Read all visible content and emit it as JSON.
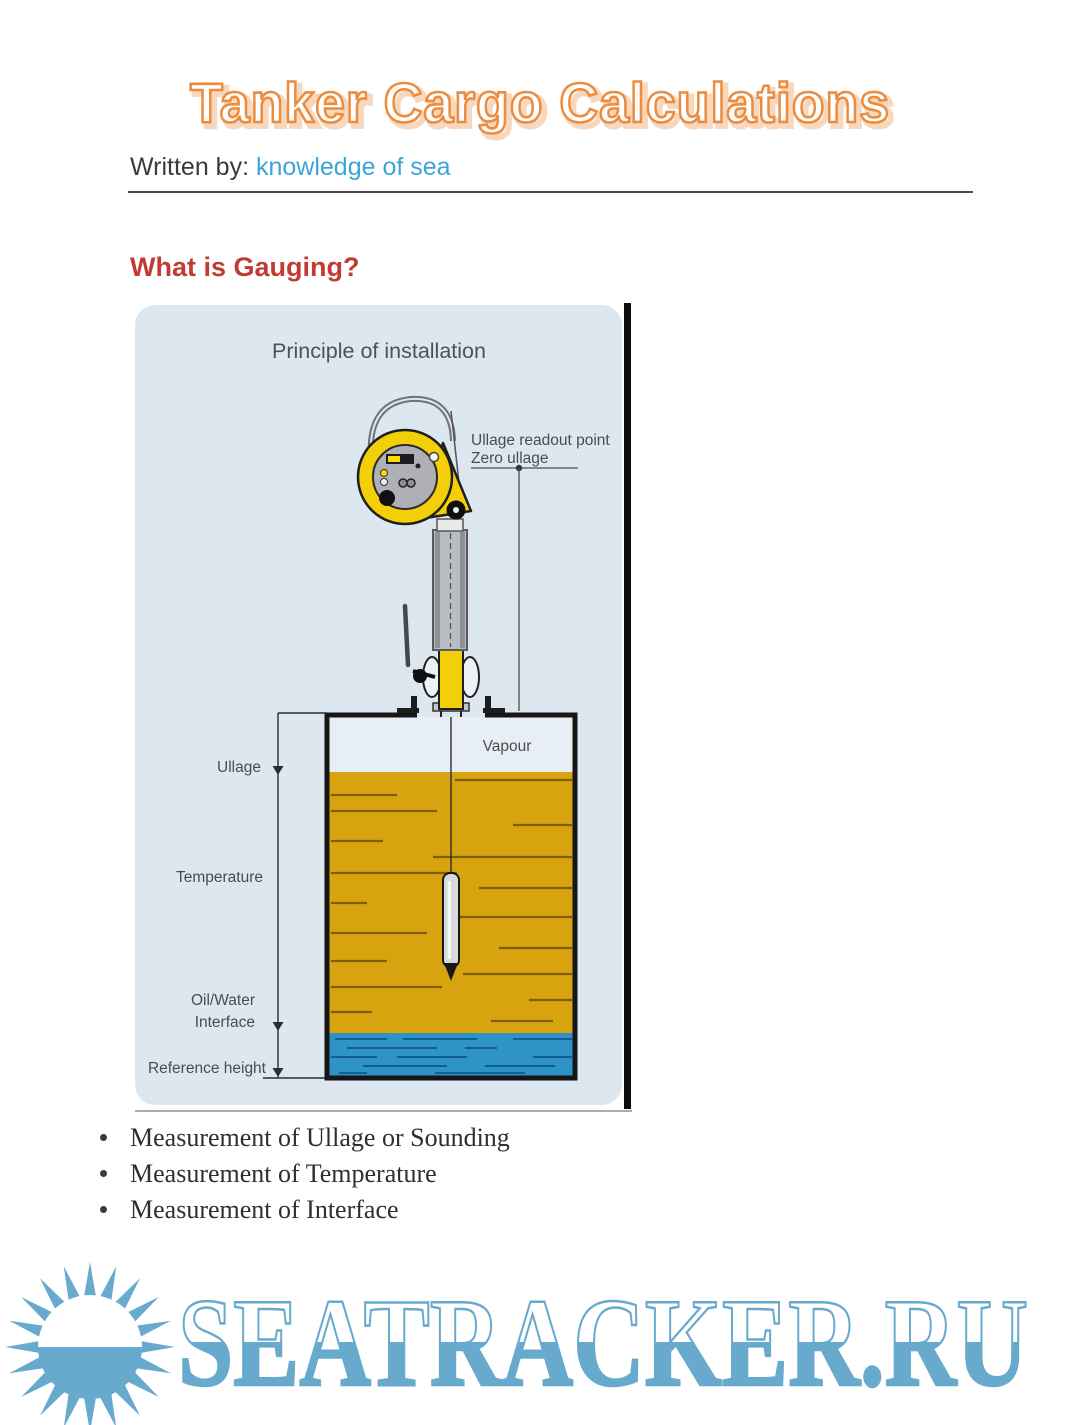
{
  "document": {
    "title": "Tanker Cargo Calculations",
    "byline": {
      "prefix": "Written by:",
      "author": "knowledge of sea"
    },
    "section_heading": "What is Gauging?"
  },
  "figure": {
    "title": "Principle of installation",
    "labels": {
      "ullage_readout_point": "Ullage readout point",
      "zero_ullage": "Zero ullage",
      "vapour": "Vapour",
      "ullage": "Ullage",
      "temperature": "Temperature",
      "oil_water_1": "Oil/Water",
      "oil_water_2": "Interface",
      "reference_height": "Reference height"
    }
  },
  "bullets": [
    "Measurement of Ullage or Sounding",
    "Measurement of Temperature",
    "Measurement of Interface"
  ],
  "watermark": {
    "text": "SEATRACKER.RU"
  },
  "colors": {
    "title_orange": "#ec8c3e",
    "title_glow": "#f3bd92",
    "heading_red": "#c13b32",
    "link_blue": "#3ba5d8",
    "byline_dark": "#3a3a3a",
    "figure_bg": "#dce7f0",
    "figure_inner": "#e7eef6",
    "oil": "#d7a410",
    "oil_line": "#7d5f03",
    "water": "#2e93c7",
    "water_line": "#115e94",
    "gauge_yellow": "#f2cf06",
    "label_gray": "#4c4c4c",
    "watermark_blue": "#68aacd"
  }
}
